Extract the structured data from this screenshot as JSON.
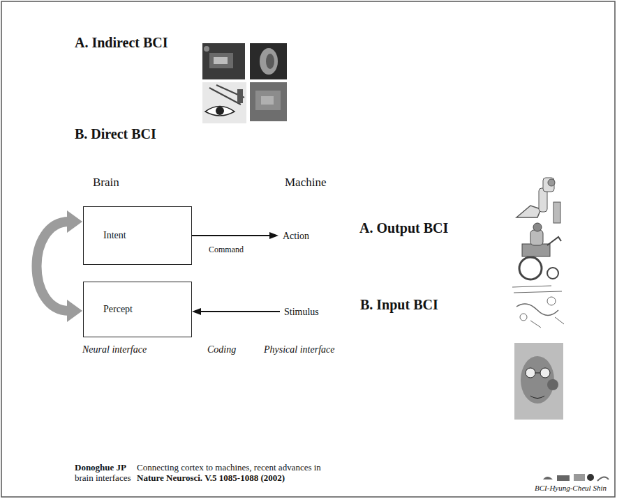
{
  "diagram": {
    "nodes": [
      {
        "text": [
          "Intent"
        ]
      },
      {
        "text": [
          "Percept"
        ]
      },
      {
        "text": [
          "Action"
        ]
      },
      {
        "text": [
          "Stimulus"
        ]
      }
    ],
    "edges": [
      {
        "from": 0,
        "to": 2,
        "arrow": "to",
        "label": "Command"
      },
      {
        "from": 3,
        "to": 1,
        "arrow": "to"
      },
      {
        "from": 0,
        "to": 1,
        "arrow": "both"
      }
    ],
    "labels": [
      "A. Indirect BCI",
      "B. Direct BCI",
      "Brain",
      "Machine",
      "A. Output BCI",
      "B. Input BCI",
      "Neural interface",
      "Coding",
      "Physical interface",
      "Donoghue JP",
      "Connecting cortex to machines, recent advances in",
      "brain interfaces",
      "Nature Neurosci. V.5 1085-1088 (2002)",
      "BCI-Hyung-Cheul Shin"
    ]
  }
}
